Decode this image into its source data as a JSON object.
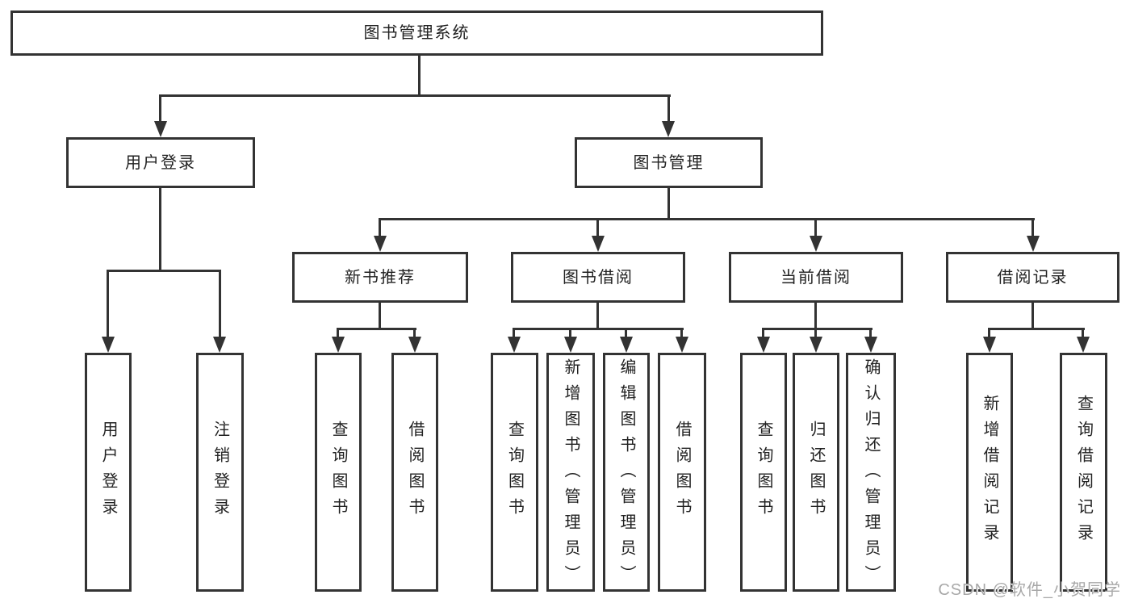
{
  "colors": {
    "line": "#333333",
    "text": "#222222",
    "background": "#ffffff",
    "watermark": "#a8a8a8"
  },
  "watermark": {
    "text": "CSDN @软件_小贺同学"
  },
  "tree": {
    "root": {
      "label": "图书管理系统"
    },
    "children": [
      {
        "label": "用户登录",
        "children": [
          {
            "label": "用户登录"
          },
          {
            "label": "注销登录"
          }
        ]
      },
      {
        "label": "图书管理",
        "children": [
          {
            "label": "新书推荐",
            "children": [
              {
                "label": "查询图书"
              },
              {
                "label": "借阅图书"
              }
            ]
          },
          {
            "label": "图书借阅",
            "children": [
              {
                "label": "查询图书"
              },
              {
                "label": "新增图书（管理员）"
              },
              {
                "label": "编辑图书（管理员）"
              },
              {
                "label": "借阅图书"
              }
            ]
          },
          {
            "label": "当前借阅",
            "children": [
              {
                "label": "查询图书"
              },
              {
                "label": "归还图书"
              },
              {
                "label": "确认归还（管理员）"
              }
            ]
          },
          {
            "label": "借阅记录",
            "children": [
              {
                "label": "新增借阅记录"
              },
              {
                "label": "查询借阅记录"
              }
            ]
          }
        ]
      }
    ]
  }
}
